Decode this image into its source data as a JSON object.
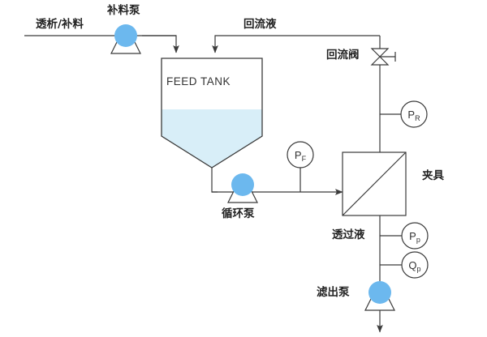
{
  "diagram": {
    "title_visible": false,
    "background": "#ffffff",
    "line_color": "#3a3a3a",
    "pump_color": "#6cb8ee",
    "liquid_color": "#d8eef8"
  },
  "labels": {
    "diafiltration_feed": "透析/补料",
    "feed_pump": "补料泵",
    "return_liquid": "回流液",
    "return_valve": "回流阀",
    "tank_name": "FEED TANK",
    "circulation_pump": "循环泵",
    "membrane_holder": "夹具",
    "permeate": "透过液",
    "filtrate_pump": "滤出泵"
  },
  "instruments": [
    {
      "id": "PR",
      "letter": "P",
      "sub": "R",
      "name": "retentate-pressure-gauge"
    },
    {
      "id": "PF",
      "letter": "P",
      "sub": "F",
      "name": "feed-pressure-gauge"
    },
    {
      "id": "PP",
      "letter": "P",
      "sub": "p",
      "name": "permeate-pressure-gauge"
    },
    {
      "id": "QP",
      "letter": "Q",
      "sub": "p",
      "name": "permeate-flow-gauge"
    }
  ]
}
